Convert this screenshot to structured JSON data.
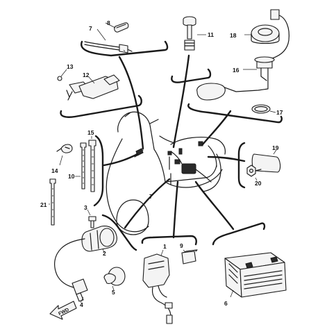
{
  "diagram": {
    "callouts": [
      "1",
      "2",
      "3",
      "4",
      "5",
      "6",
      "7",
      "7",
      "8",
      "9",
      "10",
      "11",
      "12",
      "13",
      "14",
      "15",
      "16",
      "17",
      "18",
      "19",
      "20",
      "21"
    ],
    "direction_label": "FWD"
  }
}
